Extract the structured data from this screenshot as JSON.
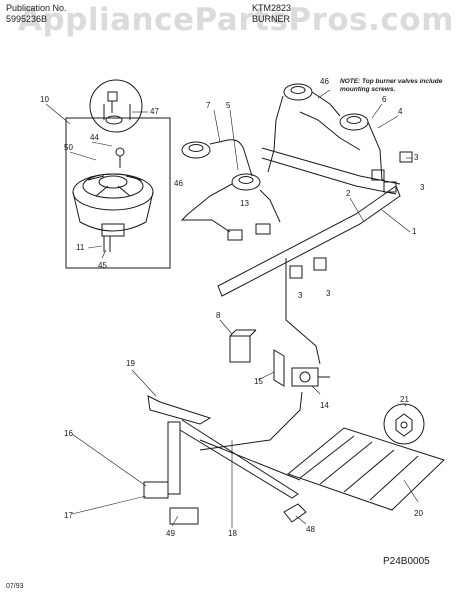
{
  "header": {
    "publication_label": "Publication No.",
    "publication_no": "5995236B",
    "model": "KTM2823",
    "section": "BURNER"
  },
  "watermark": "AppliancePartsPros.com",
  "note": "NOTE: Top burner valves include mounting screws.",
  "diagram_code": "P24B0005",
  "footer_date": "07/93",
  "callouts": [
    "1",
    "2",
    "3",
    "3",
    "3",
    "3",
    "4",
    "5",
    "6",
    "7",
    "8",
    "10",
    "11",
    "13",
    "14",
    "15",
    "16",
    "17",
    "18",
    "19",
    "20",
    "21",
    "44",
    "45",
    "46",
    "46",
    "47",
    "48",
    "49",
    "50"
  ]
}
